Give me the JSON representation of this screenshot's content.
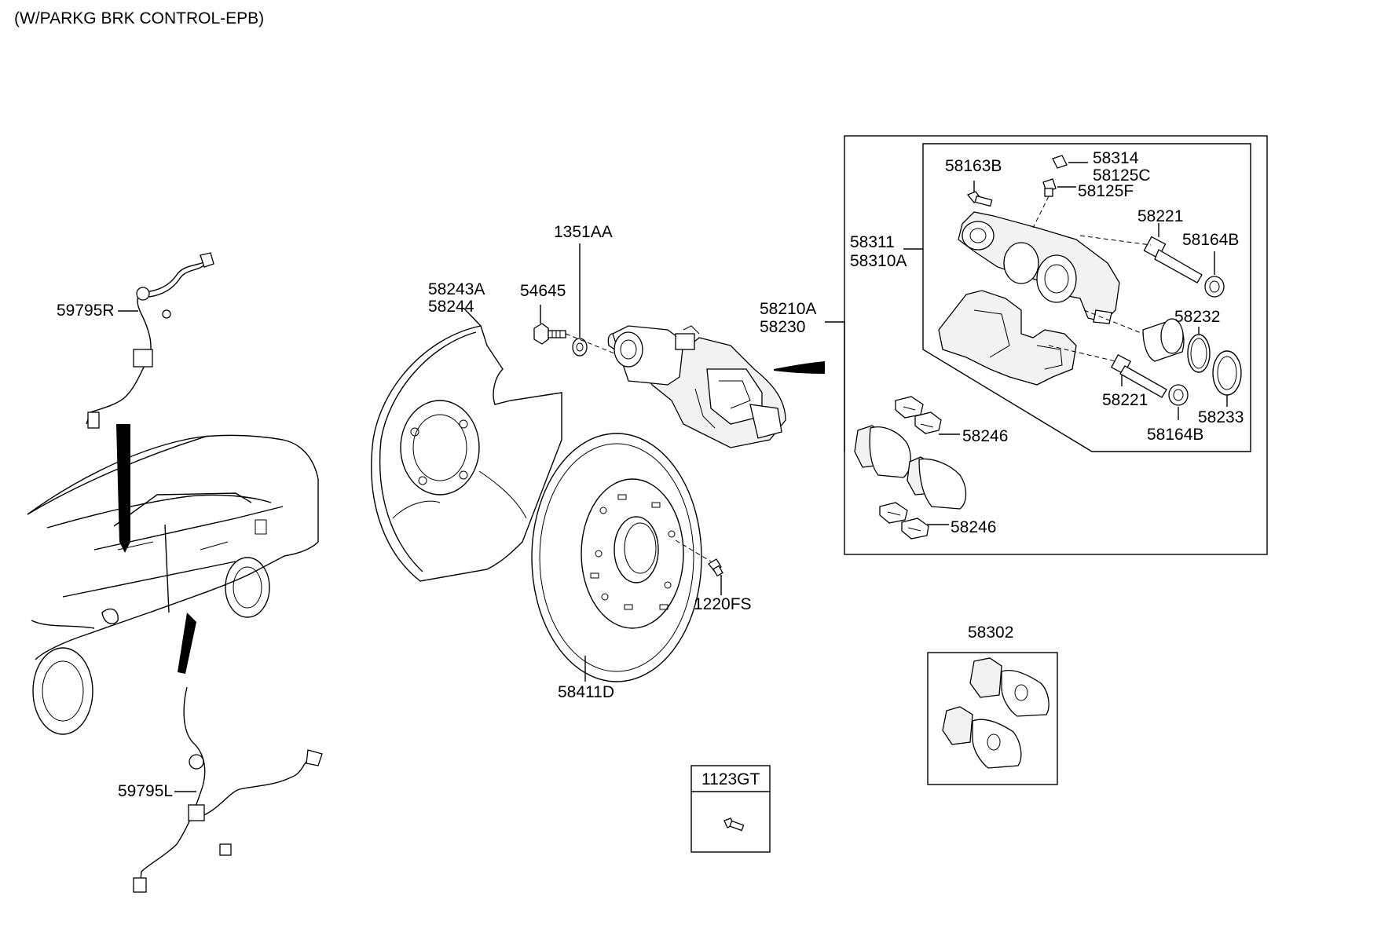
{
  "header": {
    "title": "(W/PARKG BRK CONTROL-EPB)"
  },
  "labels": {
    "p59795R": "59795R",
    "p59795L": "59795L",
    "p58243A": "58243A",
    "p58244": "58244",
    "p54645": "54645",
    "p1351AA": "1351AA",
    "p58210A": "58210A",
    "p58230": "58230",
    "p58411D": "58411D",
    "p1220FS": "1220FS",
    "p1123GT": "1123GT",
    "p58302": "58302",
    "p58311": "58311",
    "p58310A": "58310A",
    "p58163B": "58163B",
    "p58314": "58314",
    "p58125C": "58125C",
    "p58125F": "58125F",
    "p58221a": "58221",
    "p58164Ba": "58164B",
    "p58232": "58232",
    "p58221b": "58221",
    "p58233": "58233",
    "p58164Bb": "58164B",
    "p58246a": "58246",
    "p58246b": "58246"
  }
}
